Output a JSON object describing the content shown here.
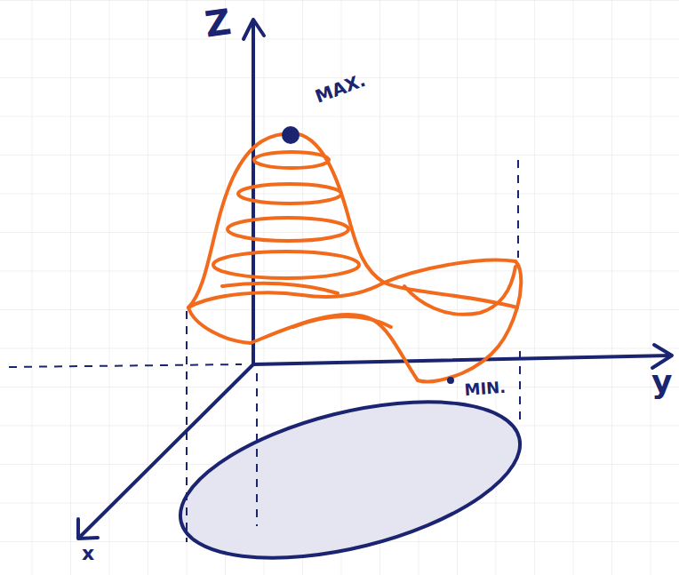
{
  "diagram": {
    "labels": [
      "Z",
      "MAX.",
      "MIN.",
      "y",
      "x"
    ]
  }
}
